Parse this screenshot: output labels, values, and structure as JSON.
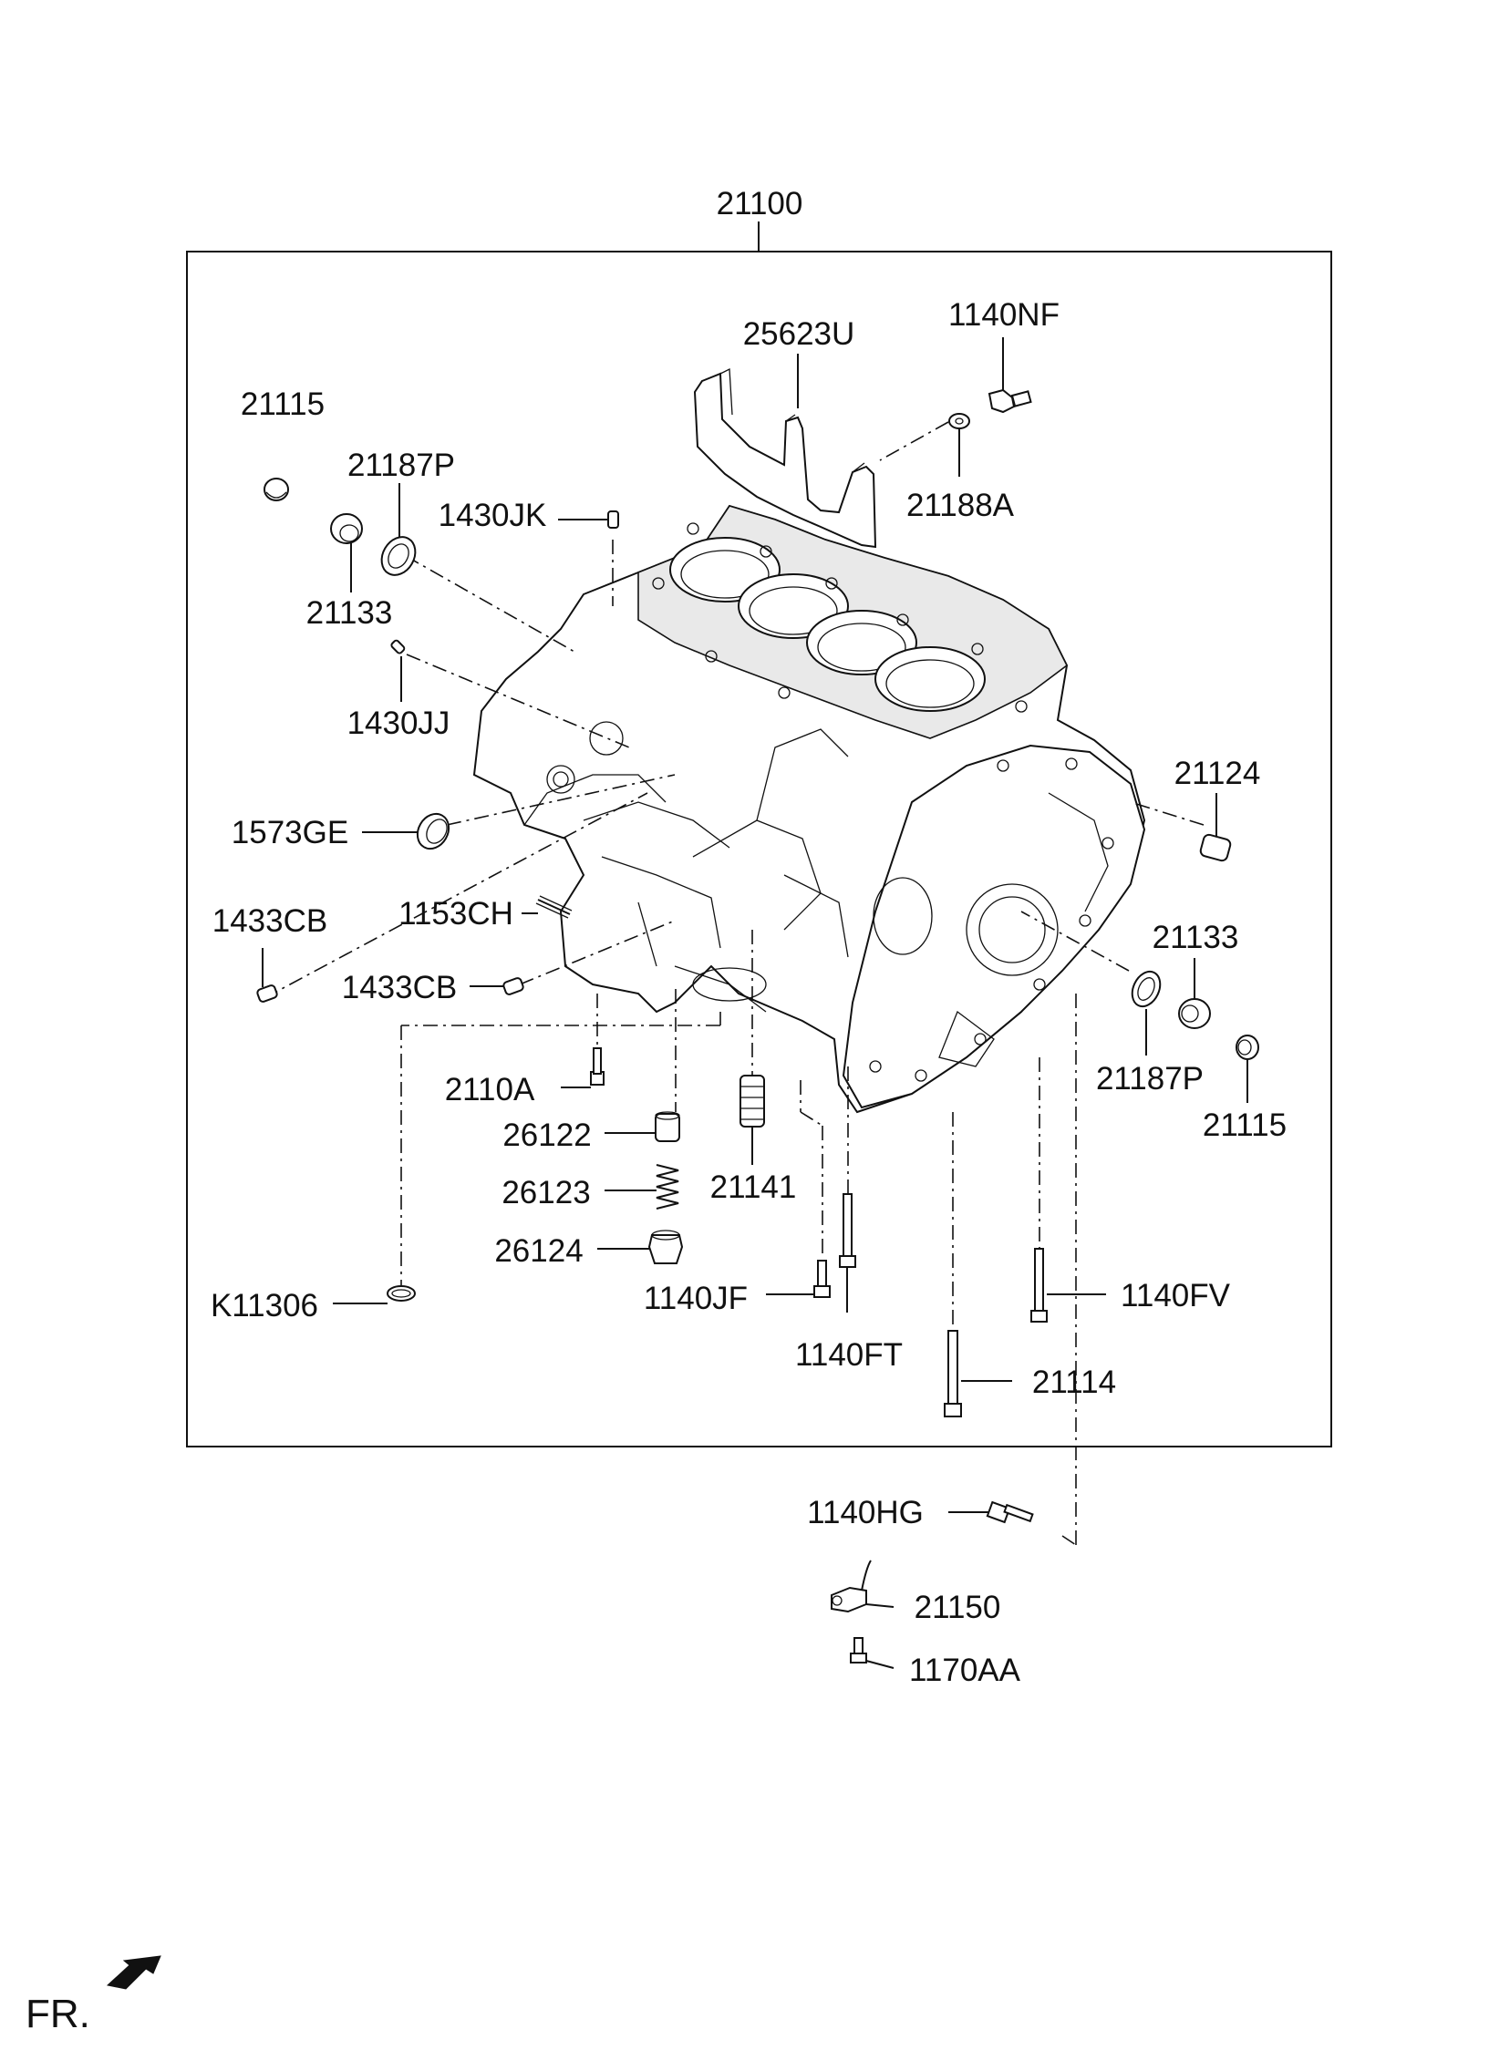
{
  "title": "",
  "callouts": {
    "assembly": "21100",
    "gasket_plate": "25623U",
    "bolt_top": "1140NF",
    "washer_top": "21188A",
    "cap_left": "21115",
    "oring_left": "21187P",
    "plug_left": "21133",
    "pin_jk": "1430JK",
    "pin_jj": "1430JJ",
    "seal_left": "1573GE",
    "stud": "1153CH",
    "dowel_left": "1433CB",
    "dowel_mid": "1433CB",
    "bolt_2110a": "2110A",
    "valve_26122": "26122",
    "spring_26123": "26123",
    "plug_26124": "26124",
    "oring_k": "K11306",
    "jet_21141": "21141",
    "bolt_jf": "1140JF",
    "bolt_ft": "1140FT",
    "bolt_fv": "1140FV",
    "bolt_21114": "21114",
    "pin_right": "21124",
    "plug_right": "21133",
    "oring_right": "21187P",
    "cap_right": "21115",
    "bolt_hg": "1140HG",
    "sensor": "21150",
    "bolt_aa": "1170AA"
  },
  "direction": {
    "label": "FR.",
    "icon": "front-arrow-icon"
  }
}
